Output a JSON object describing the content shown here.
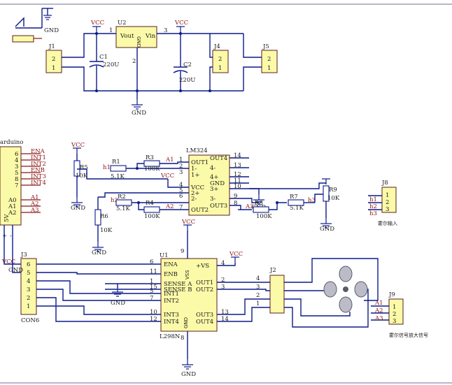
{
  "border_color": "#0b1a8c",
  "wire_color": "#0b1a8c",
  "body_color": "#fbfaa8",
  "labels": {
    "vcc": "VCC",
    "gnd": "GND",
    "a1": "A1",
    "a2": "A2",
    "a3": "A3",
    "h1": "h1",
    "h2": "h2",
    "h3": "h3"
  },
  "power": {
    "j1": "J1",
    "j4": "J4",
    "j5": "J5",
    "u2": "U2",
    "u2_vout": "Vout",
    "u2_vin": "Vin",
    "u2_gnd": "GND",
    "c1": "C1",
    "c1_val": "220U",
    "c2": "C2",
    "c2_val": "220U",
    "pin1": "1",
    "pin2": "2",
    "pin3": "3"
  },
  "comparator": {
    "ic": "LM324",
    "left_pins": [
      {
        "n": "1",
        "name": "OUT1"
      },
      {
        "n": "2",
        "name": "1-"
      },
      {
        "n": "3",
        "name": "1+"
      },
      {
        "n": "4",
        "name": "VCC"
      },
      {
        "n": "5",
        "name": "2+"
      },
      {
        "n": "6",
        "name": "2-"
      },
      {
        "n": "7",
        "name": "OUT2"
      }
    ],
    "right_pins": [
      {
        "n": "14",
        "name": "OUT4"
      },
      {
        "n": "13",
        "name": "4-"
      },
      {
        "n": "12",
        "name": "4+"
      },
      {
        "n": "11",
        "name": "GND"
      },
      {
        "n": "10",
        "name": "3+"
      },
      {
        "n": "9",
        "name": "3-"
      },
      {
        "n": "8",
        "name": "OUT3"
      }
    ],
    "r1": "R1",
    "r1_val": "5.1K",
    "r2": "R2",
    "r2_val": "5.1K",
    "r3": "R3",
    "r3_val": "100K",
    "r4": "R4",
    "r4_val": "100K",
    "r5": "R5",
    "r5_val": "10K",
    "r6": "R6",
    "r6_val": "10K",
    "r7": "R7",
    "r7_val": "5.1K",
    "r8": "R8",
    "r8_val": "100K",
    "r9": "R9",
    "r9_val": "10K"
  },
  "arduino": {
    "name": "arduino",
    "pins": [
      "6",
      "4",
      "3",
      "5",
      "8",
      "7",
      "A0",
      "A1",
      "A2"
    ],
    "nets": [
      "ENA",
      "INT1",
      "INT2",
      "ENB",
      "INT3",
      "INT4",
      "A1",
      "A2",
      "A3"
    ],
    "side": "5V",
    "plus": "+",
    "minus": "-"
  },
  "j8": {
    "name": "J8",
    "pins": [
      "1",
      "2",
      "3"
    ],
    "caption": "霍尔输入"
  },
  "j9": {
    "name": "J9",
    "pins": [
      "1",
      "2",
      "3"
    ],
    "caption": "霍尔信号放大信号"
  },
  "j3": {
    "name": "J3",
    "type": "CON6",
    "pins": [
      "6",
      "5",
      "4",
      "3",
      "2",
      "1"
    ]
  },
  "j2": {
    "name": "J2",
    "pins": [
      "4",
      "3",
      "2",
      "1"
    ]
  },
  "driver": {
    "name": "U1",
    "type": "L298N",
    "left_pins": [
      {
        "n": "6",
        "name": "ENA"
      },
      {
        "n": "11",
        "name": "ENB"
      },
      {
        "n": "1",
        "name": "SENSE A"
      },
      {
        "n": "15",
        "name": "SENSE B"
      },
      {
        "n": "5",
        "name": "INT1"
      },
      {
        "n": "7",
        "name": "INT2"
      },
      {
        "n": "10",
        "name": "INT3"
      },
      {
        "n": "12",
        "name": "INT4"
      }
    ],
    "right_pins": [
      {
        "n": "4",
        "name": "+VS"
      },
      {
        "n": "2",
        "name": "OUT1"
      },
      {
        "n": "3",
        "name": "OUT2"
      },
      {
        "n": "13",
        "name": "OUT3"
      },
      {
        "n": "14",
        "name": "OUT4"
      }
    ],
    "vss": "VSS",
    "vss_pin": "9",
    "gnd_name": "GND",
    "gnd_pin": "8"
  }
}
